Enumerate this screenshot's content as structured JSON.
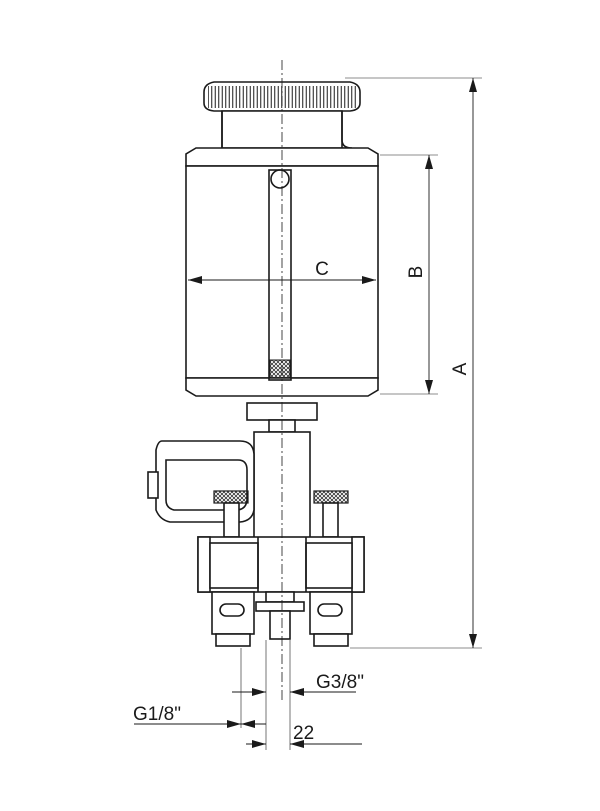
{
  "dimensions": {
    "a": "A",
    "b": "B",
    "c": "C",
    "thread_inlet": "G1/8\"",
    "thread_outlet": "G3/8\"",
    "spacing": "22"
  }
}
